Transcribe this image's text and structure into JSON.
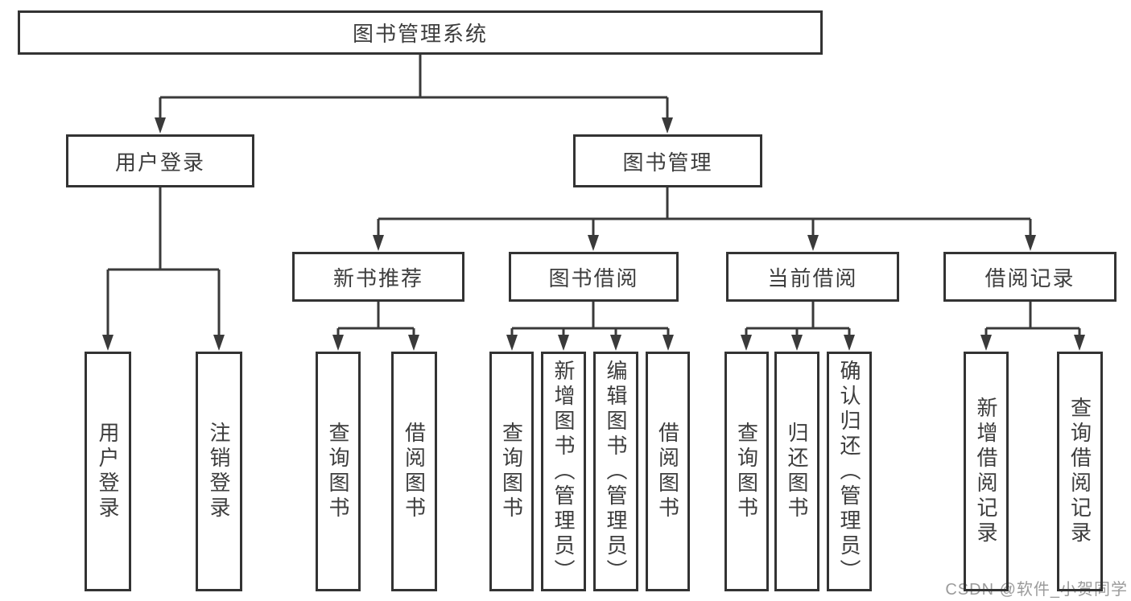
{
  "diagram": {
    "title": "图书管理系统",
    "level2": {
      "user_login": "用户登录",
      "book_mgmt": "图书管理"
    },
    "level3": {
      "new_books": "新书推荐",
      "book_borrow": "图书借阅",
      "current_borrow": "当前借阅",
      "borrow_records": "借阅记录"
    },
    "level4": {
      "user_login": "用户登录",
      "logout": "注销登录",
      "nb_query": "查询图书",
      "nb_borrow": "借阅图书",
      "bb_query": "查询图书",
      "bb_add": "新增图书（管理员）",
      "bb_edit": "编辑图书（管理员）",
      "bb_borrow": "借阅图书",
      "cb_query": "查询图书",
      "cb_return": "归还图书",
      "cb_confirm": "确认归还（管理员）",
      "br_add": "新增借阅记录",
      "br_query": "查询借阅记录"
    }
  },
  "watermark": "CSDN @软件_小贺同学",
  "colors": {
    "line": "#3a3a3a",
    "text": "#3d3d3d",
    "watermark": "#9b9b9b",
    "background": "#ffffff"
  }
}
